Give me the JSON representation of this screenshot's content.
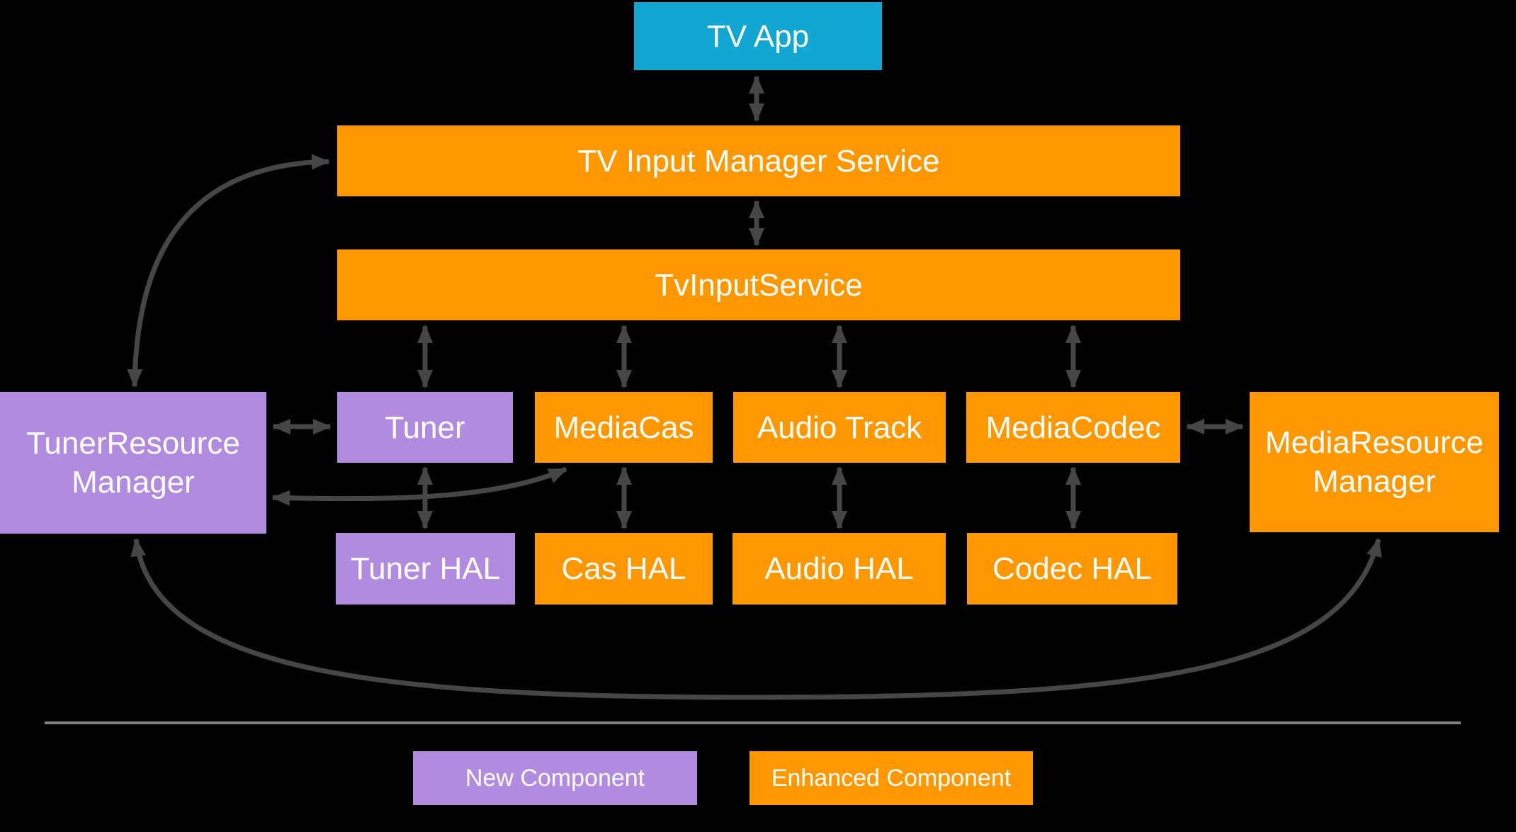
{
  "nodes": {
    "tv_app": "TV App",
    "tv_input_manager_service": "TV Input Manager Service",
    "tv_input_service": "TvInputService",
    "tuner_resource_manager": "TunerResource Manager",
    "tuner": "Tuner",
    "media_cas": "MediaCas",
    "audio_track": "Audio Track",
    "media_codec": "MediaCodec",
    "media_resource_manager": "MediaResource Manager",
    "tuner_hal": "Tuner HAL",
    "cas_hal": "Cas HAL",
    "audio_hal": "Audio HAL",
    "codec_hal": "Codec HAL"
  },
  "legend": {
    "new_component": "New Component",
    "enhanced_component": "Enhanced Component"
  },
  "colors": {
    "new_component": "#B18BE0",
    "enhanced_component": "#FF9800",
    "tv_app": "#12A7D2",
    "arrow": "#464646",
    "separator": "#7F7F7F",
    "text": "#FFFFFF",
    "background": "#000000"
  },
  "connections": [
    {
      "from": "TV App",
      "to": "TV Input Manager Service",
      "bidirectional": true
    },
    {
      "from": "TV Input Manager Service",
      "to": "TvInputService",
      "bidirectional": true
    },
    {
      "from": "TvInputService",
      "to": "Tuner",
      "bidirectional": true
    },
    {
      "from": "TvInputService",
      "to": "MediaCas",
      "bidirectional": true
    },
    {
      "from": "TvInputService",
      "to": "Audio Track",
      "bidirectional": true
    },
    {
      "from": "TvInputService",
      "to": "MediaCodec",
      "bidirectional": true
    },
    {
      "from": "Tuner",
      "to": "Tuner HAL",
      "bidirectional": true
    },
    {
      "from": "MediaCas",
      "to": "Cas HAL",
      "bidirectional": true
    },
    {
      "from": "Audio Track",
      "to": "Audio HAL",
      "bidirectional": true
    },
    {
      "from": "MediaCodec",
      "to": "Codec HAL",
      "bidirectional": true
    },
    {
      "from": "TunerResource Manager",
      "to": "Tuner",
      "bidirectional": true
    },
    {
      "from": "TunerResource Manager",
      "to": "TV Input Manager Service",
      "bidirectional": true,
      "style": "curved"
    },
    {
      "from": "TunerResource Manager",
      "to": "MediaCas",
      "bidirectional": true,
      "style": "curved"
    },
    {
      "from": "TunerResource Manager",
      "to": "MediaResource Manager",
      "bidirectional": true,
      "style": "curved"
    },
    {
      "from": "MediaCodec",
      "to": "MediaResource Manager",
      "bidirectional": true
    }
  ]
}
